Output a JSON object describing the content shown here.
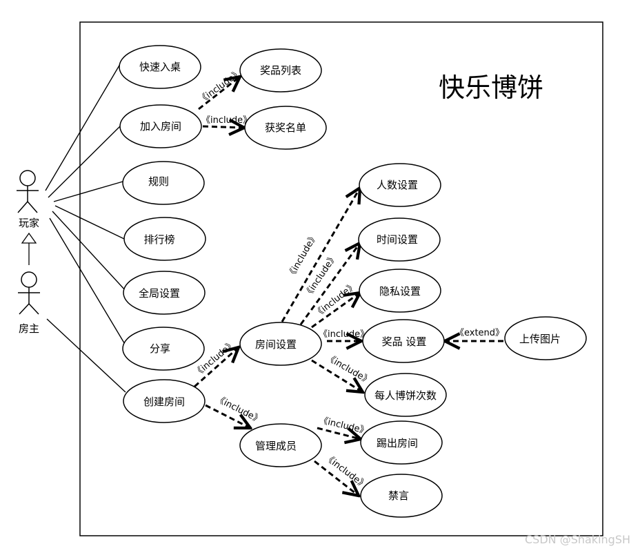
{
  "system": {
    "title": "快乐博饼"
  },
  "actors": {
    "player": "玩家",
    "host": "房主"
  },
  "stereotypes": {
    "include": "《include》",
    "extend": "《extend》"
  },
  "use_cases": {
    "quick_join": "快速入桌",
    "join_room": "加入房间",
    "prize_list": "奖品列表",
    "winner_list": "获奖名单",
    "rules": "规则",
    "leaderboard": "排行榜",
    "global_settings": "全局设置",
    "share": "分享",
    "create_room": "创建房间",
    "room_settings": "房间设置",
    "player_count": "人数设置",
    "time_settings": "时间设置",
    "privacy_settings": "隐私设置",
    "prize_settings": "奖品 设置",
    "upload_image": "上传图片",
    "rolls_per_person": "每人博饼次数",
    "manage_members": "管理成员",
    "kick_out": "踢出房间",
    "mute": "禁言"
  },
  "watermark": "CSDN @ShakingSH"
}
